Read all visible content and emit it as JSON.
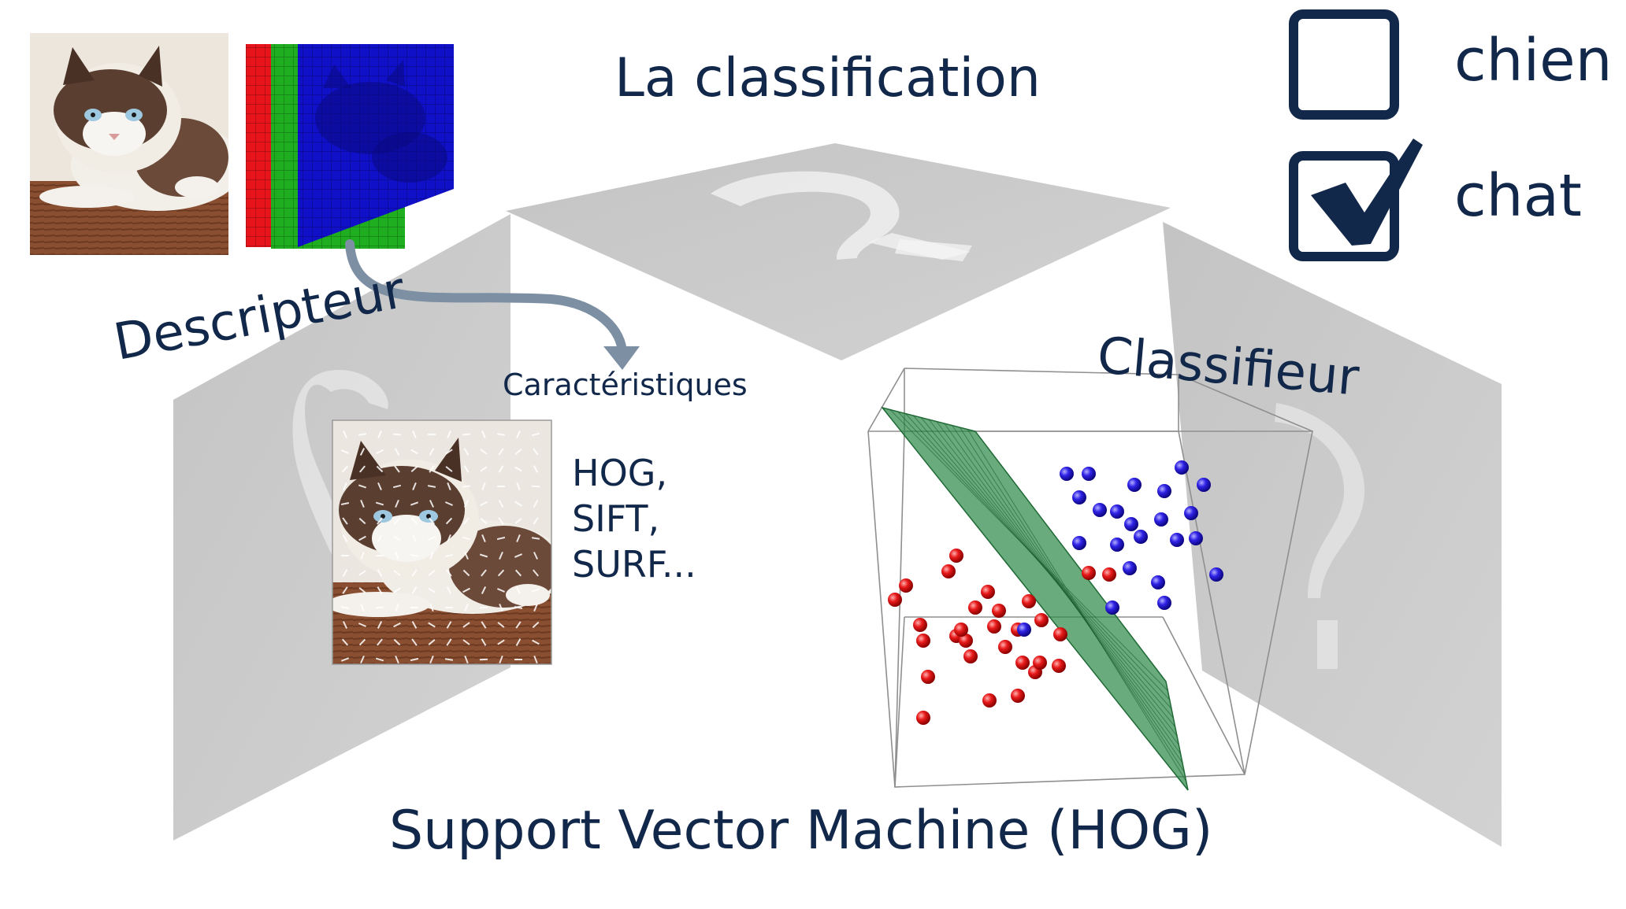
{
  "title": "La classification",
  "descriptor_label": "Descripteur",
  "classifier_label": "Classifieur",
  "features_label": "Caractéristiques",
  "methods": [
    "HOG,",
    "SIFT,",
    "SURF..."
  ],
  "bottom_title": "Support Vector Machine (HOG)",
  "options": [
    {
      "label": "chien",
      "checked": false
    },
    {
      "label": "chat",
      "checked": true
    }
  ],
  "channel_colors": {
    "red": "#e8141c",
    "green": "#1fae1f",
    "blue": "#1010c8"
  },
  "colors": {
    "text": "#12284a",
    "panel": "#c9c9c9",
    "arrow": "#7d8fa3",
    "hyperplane": "#2f8a4a",
    "class_red": "#e01515",
    "class_blue": "#2a1fe0"
  }
}
